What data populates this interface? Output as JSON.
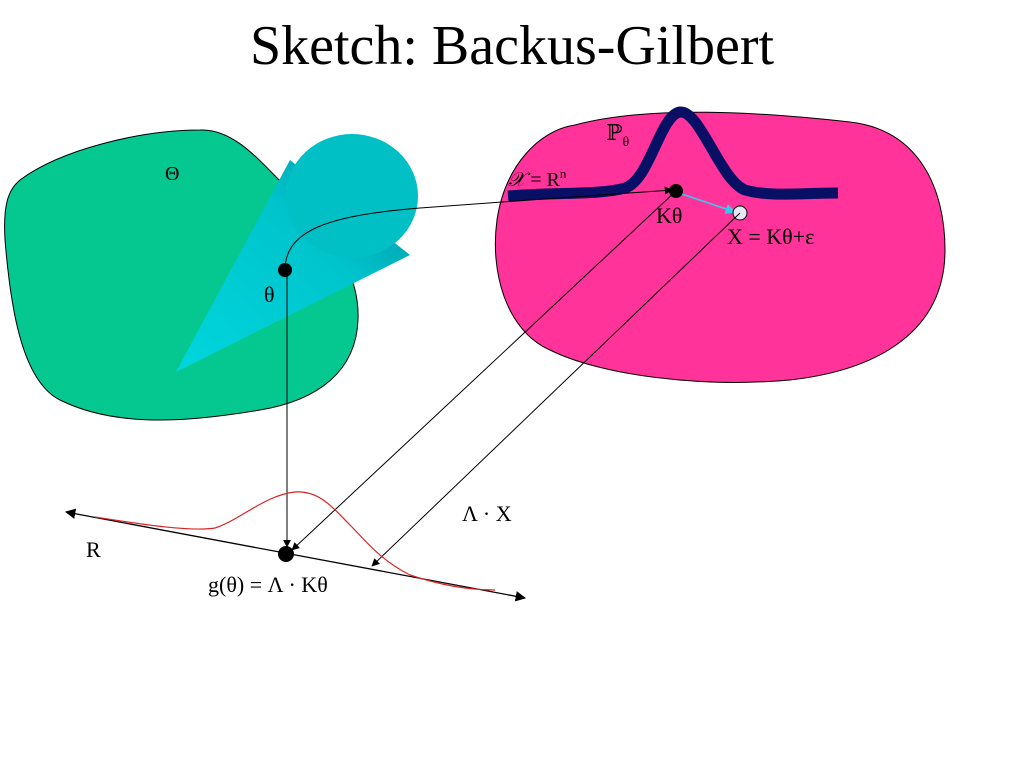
{
  "title": "Sketch: Backus-Gilbert",
  "labels": {
    "parameter_space": "Θ",
    "theta": "θ",
    "data_space_symbol": "𝒳",
    "data_space_eq": " = R",
    "data_space_exp": "n",
    "prob_symbol": "ℙ",
    "prob_sub": "θ",
    "k_theta": "Kθ",
    "x_eq": "X = Kθ+ε",
    "lambda_x": "Λ · X",
    "real_line": "R",
    "g_theta": "g(θ) = Λ · Kθ"
  },
  "colors": {
    "parameter_region": "#05c890",
    "cone": "#00c8cc",
    "data_region": "#ff3399",
    "distribution_curve": "#0a0f66",
    "noise_arrow": "#33ccee",
    "density_curve": "#dd2222",
    "ink": "#000000"
  }
}
